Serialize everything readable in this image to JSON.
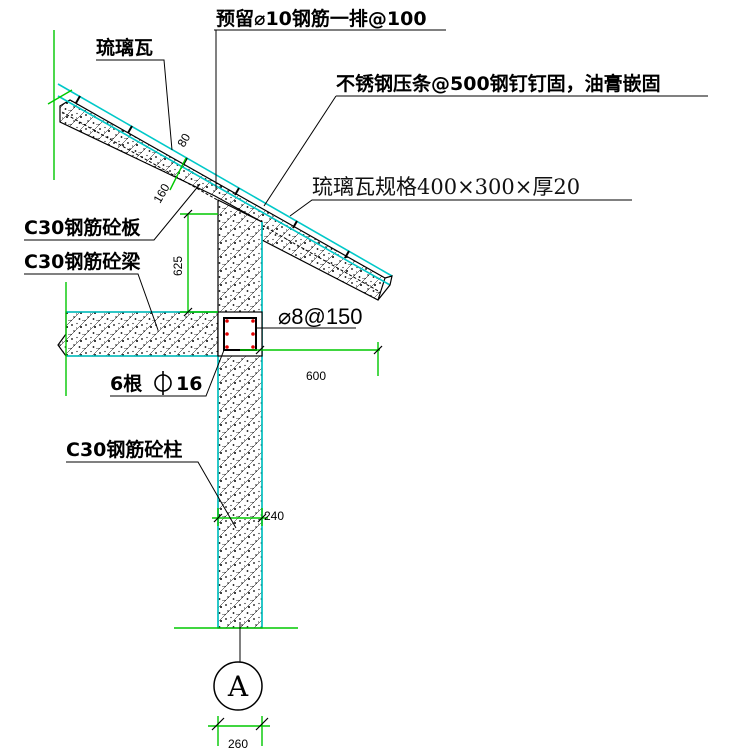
{
  "labels": {
    "glazed_tile": "琉璃瓦",
    "reserved_rebar": "预留⌀10钢筋一排@100",
    "stainless_strip": "不锈钢压条@500钢钉钉固，油膏嵌固",
    "tile_spec": "琉璃瓦规格400×300×厚20",
    "c30_slab": "C30钢筋砼板",
    "c30_beam": "C30钢筋砼梁",
    "stirrup": "⌀8@150",
    "main_rebar_count": "6根",
    "main_rebar_size": "16",
    "c30_column": "C30钢筋砼柱",
    "axis_mark": "A"
  },
  "dimensions": {
    "tile_thickness": "80",
    "slab_thickness": "160",
    "beam_height": "625",
    "overhang": "600",
    "column_width": "240",
    "axis_width": "260"
  },
  "colors": {
    "ink": "#000000",
    "dim_line": "#00c800",
    "tile_line": "#00c8c8",
    "rebar": "#e00000"
  }
}
